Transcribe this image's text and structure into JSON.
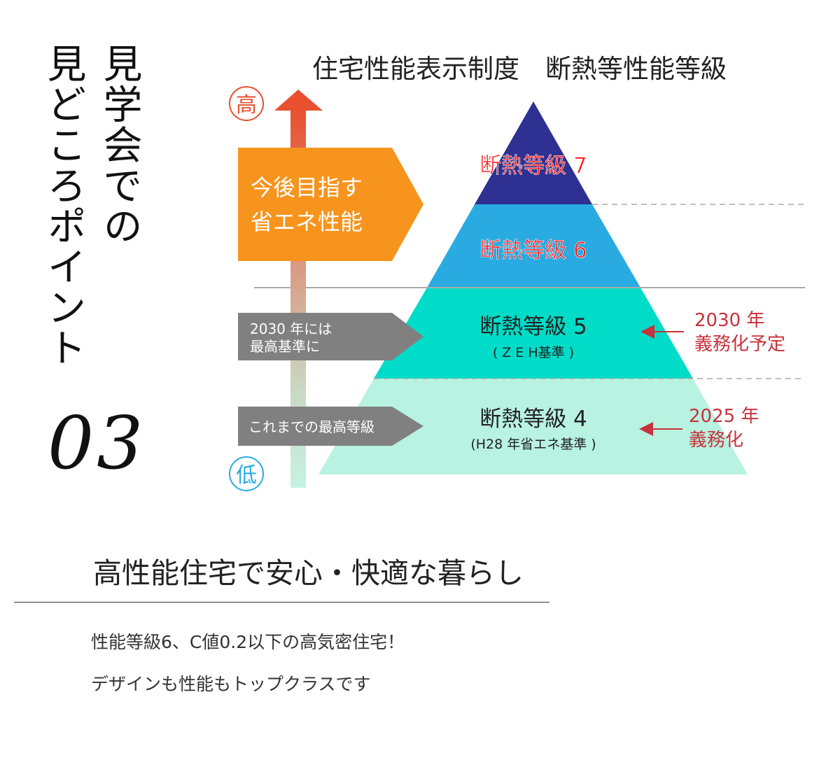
{
  "side_title": {
    "line1": "見学会での",
    "line2": "見どころポイント",
    "number": "03"
  },
  "diagram": {
    "title": "住宅性能表示制度　断熱等性能等級",
    "high_label": "高",
    "low_label": "低",
    "callouts": [
      {
        "lines": [
          "今後目指す",
          "省エネ性能"
        ],
        "color": "#f7941d"
      },
      {
        "lines": [
          "2030 年には",
          "最高基準に"
        ],
        "color": "#808080"
      },
      {
        "lines": [
          "これまでの最高等級"
        ],
        "color": "#808080"
      }
    ],
    "levels": [
      {
        "name": "断熱等級 7",
        "sub": "",
        "color": "#2e3192",
        "text_color": "#ff1a1a"
      },
      {
        "name": "断熱等級 6",
        "sub": "",
        "color": "#29abe2",
        "text_color": "#ff1a1a"
      },
      {
        "name": "断熱等級 5",
        "sub": "( Z E H基準 )",
        "color": "#00dcc8",
        "text_color": "#222222"
      },
      {
        "name": "断熱等級 4",
        "sub": "(H28 年省エネ基準 )",
        "color": "#b8f2e0",
        "text_color": "#222222"
      }
    ],
    "notes": [
      {
        "lines": [
          "2030 年",
          "義務化予定"
        ]
      },
      {
        "lines": [
          "2025 年",
          "義務化"
        ]
      }
    ]
  },
  "section": {
    "subtitle": "高性能住宅で安心・快適な暮らし",
    "body": [
      "性能等級6、C値0.2以下の高気密住宅！",
      "デザインも性能もトップクラスです"
    ]
  }
}
